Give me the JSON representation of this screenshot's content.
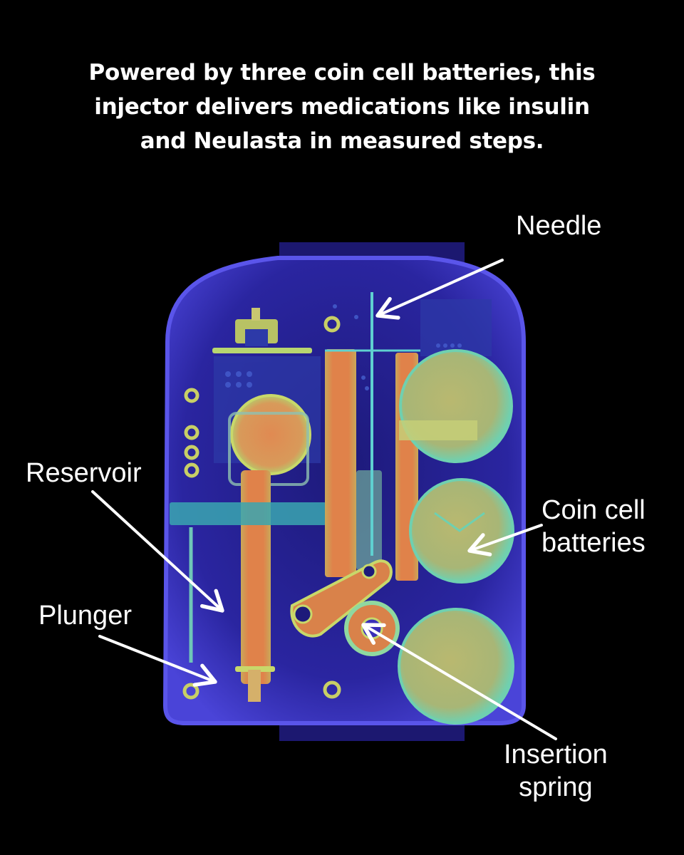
{
  "headline": {
    "lines": [
      "Powered by three coin cell batteries, this",
      "injector delivers medications like insulin",
      "and Neulasta in measured steps."
    ]
  },
  "labels": {
    "needle": [
      "Needle"
    ],
    "reservoir": [
      "Reservoir"
    ],
    "plunger": [
      "Plunger"
    ],
    "coin_cell_batteries": [
      "Coin cell",
      "batteries"
    ],
    "insertion_spring": [
      "Insertion",
      "spring"
    ]
  },
  "colors": {
    "background": "#000000",
    "body_shell": "#3a2fb8",
    "orange_parts": "#d9824a",
    "yellow_green": "#c8d86a",
    "cyan_parts": "#3fc6c0",
    "text": "#ffffff"
  }
}
